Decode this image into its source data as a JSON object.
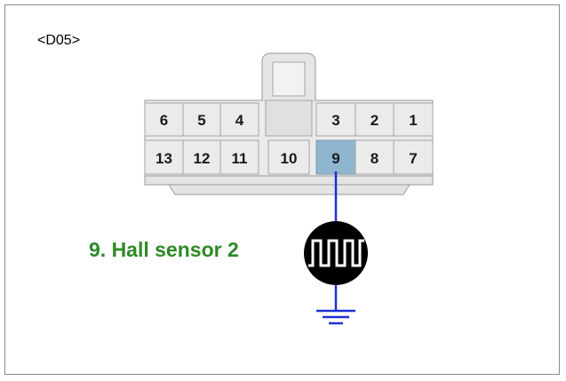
{
  "connector": {
    "id": "<D05>",
    "pins_top_left": [
      "6",
      "5",
      "4"
    ],
    "pins_top_right": [
      "3",
      "2",
      "1"
    ],
    "pins_bottom": [
      "13",
      "12",
      "11",
      "10",
      "9",
      "8",
      "7"
    ],
    "highlighted_pin": "9"
  },
  "sensor": {
    "label": "9. Hall sensor 2",
    "symbol": "square-wave-signal-icon"
  },
  "colors": {
    "wire": "#1f2fd6",
    "label": "#2f8a26",
    "highlight": "#8fb6cf",
    "connector_fill": "#ebebeb",
    "connector_stroke": "#9a9a9a"
  }
}
